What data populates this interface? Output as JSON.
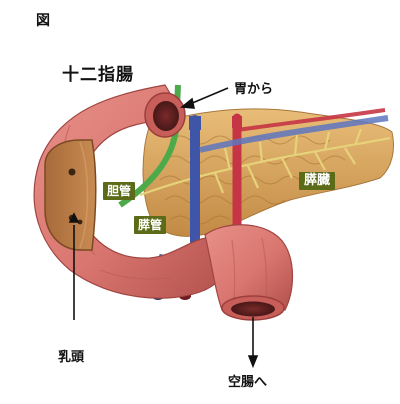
{
  "figure_label": "図",
  "title": "十二指腸",
  "labels": {
    "from_stomach": "胃から",
    "bile_duct": "胆管",
    "pancreatic_duct": "膵管",
    "pancreas": "膵臓",
    "papilla": "乳頭",
    "to_jejunum": "空腸へ"
  },
  "colors": {
    "duodenum": "#d9766f",
    "duodenum_dark": "#b2504d",
    "pancreas": "#d9a85f",
    "pancreas_dark": "#b9833d",
    "bile_duct": "#4caa4a",
    "pancreatic_duct": "#e6d27a",
    "artery": "#c63545",
    "vein": "#3f56a8",
    "tag_bg": "#5b6b18"
  }
}
